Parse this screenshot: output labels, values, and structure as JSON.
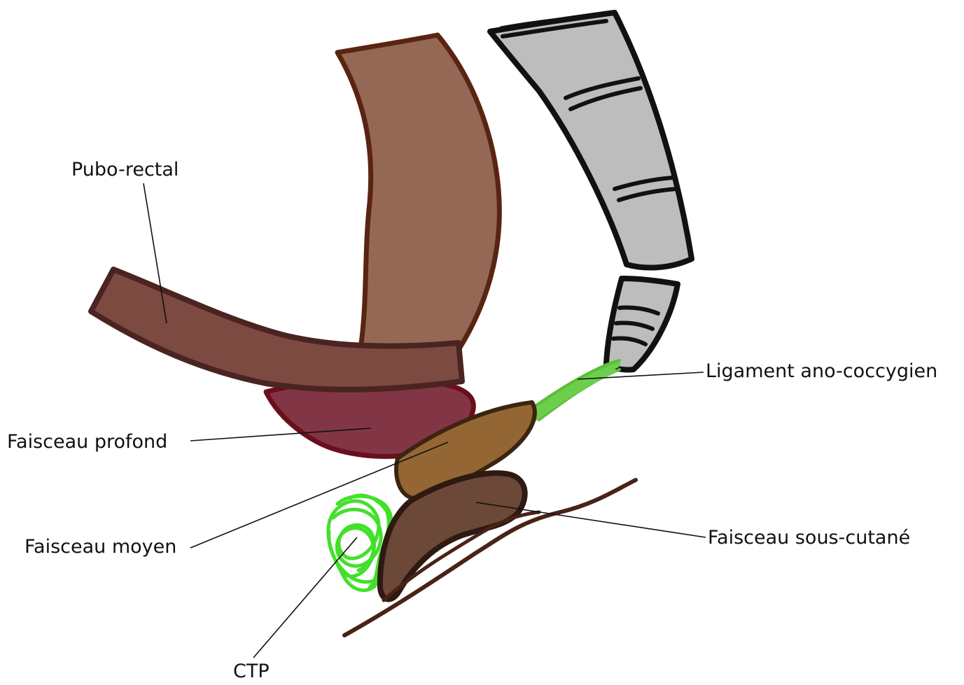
{
  "labels": {
    "pubo_rectal": "Pubo-rectal",
    "ligament_ano_coccygien": "Ligament ano-coccygien",
    "faisceau_profond": "Faisceau profond",
    "faisceau_moyen": "Faisceau moyen",
    "faisceau_sous_cutane": "Faisceau sous-cutané",
    "ctp": "CTP"
  },
  "colors": {
    "rectum_fill": "#946855",
    "outline_brown": "#5a2412",
    "pubo_rectal_fill": "#7c4a40",
    "pubo_rectal_outline": "#4a2420",
    "deep_bundle_fill": "#823645",
    "deep_bundle_outline": "#6a0f1e",
    "middle_bundle_fill": "#946634",
    "middle_bundle_outline": "#3c2410",
    "subcutaneous_fill": "#6c4838",
    "subcutaneous_outline": "#2e1a12",
    "skin_line": "#4a2216",
    "ligament_green": "#6ccf4c",
    "ctp_green": "#43e02a",
    "coccyx_fill": "#bdbdbd",
    "coccyx_outline": "#111111",
    "leader_line": "#111111"
  }
}
